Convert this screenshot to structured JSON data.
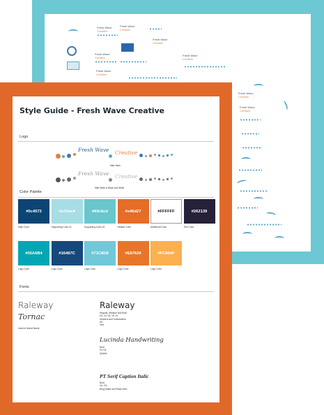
{
  "colors": {
    "teal_frame": "#6cc8d3",
    "orange_frame": "#e0692a",
    "logo_blue": "#2d5a88",
    "logo_orange": "#e67e3a"
  },
  "style_guide": {
    "title": "Style Guide - Fresh Wave Creative",
    "logo": {
      "section_label": "Logo",
      "main_mark": {
        "word1": "Fresh Wave",
        "word2": "Creative",
        "caption": "Main Mark"
      },
      "bw_mark": {
        "word1": "Fresh Wave",
        "word2": "Creative",
        "caption": "Main Mark in Black and White"
      }
    },
    "palette": {
      "section_label": "Color Palette",
      "row1": [
        {
          "hex": "#0c4573",
          "color": "#0c4573",
          "caption": "Main Color"
        },
        {
          "hex": "#a7dde4",
          "color": "#a7dde4",
          "caption": "Supporting Color #1"
        },
        {
          "hex": "#69c6cd",
          "color": "#69c6cd",
          "caption": "Supporting Color #2"
        },
        {
          "hex": "#e46d27",
          "color": "#e46d27",
          "caption": "Header Color"
        },
        {
          "hex": "#FFFFFF",
          "color": "#FFFFFF",
          "caption": "Additional Color"
        },
        {
          "hex": "#262139",
          "color": "#262139",
          "caption": "Text Color"
        }
      ],
      "row2": [
        {
          "hex": "#05A6B4",
          "color": "#05A6B4",
          "caption": "Logo Color"
        },
        {
          "hex": "#16487C",
          "color": "#16487C",
          "caption": "Logo Color"
        },
        {
          "hex": "#71C8D8",
          "color": "#71C8D8",
          "caption": "Logo Color"
        },
        {
          "hex": "#E87629",
          "color": "#E87629",
          "caption": "Logo Color"
        },
        {
          "hex": "#FC804F",
          "color": "#FCB04F",
          "caption": "Logo Color"
        }
      ]
    },
    "fonts": {
      "section_label": "Fonts",
      "raleway_left": "Raleway",
      "tornac": "Tornac",
      "tornac_note": "Used in Brand Name",
      "raleway_right": "Raleway",
      "raleway_note": "Regular, Medium and Bold\nH2, 24, 18, 16, 14\nHeaders and Subheaders\nH3\nText",
      "lucinda": "Lucinda Handwriting",
      "lucinda_note": "Bold\nH1 H3\nQuotes",
      "pt_serif": "PT Serif Caption Italic",
      "pt_note": "Bold\nH4, G3\nBlog Dates and Read Here"
    }
  },
  "back_sheet": {
    "sketches": [
      {
        "word1": "Fresh Wave",
        "word2": "Creative"
      },
      {
        "word1": "Fresh Wave",
        "word2": "Creative"
      },
      {
        "word1": "Fresh Wave",
        "word2": "Creative"
      },
      {
        "word1": "Fresh Wave",
        "word2": "Creative"
      },
      {
        "word1": "Fresh Wave",
        "word2": "Creative"
      },
      {
        "word1": "Fresh Wave",
        "word2": "Creative"
      },
      {
        "word1": "Fresh Wave",
        "word2": "Creative"
      },
      {
        "word1": "Fresh Wave",
        "word2": "Creative"
      }
    ]
  }
}
